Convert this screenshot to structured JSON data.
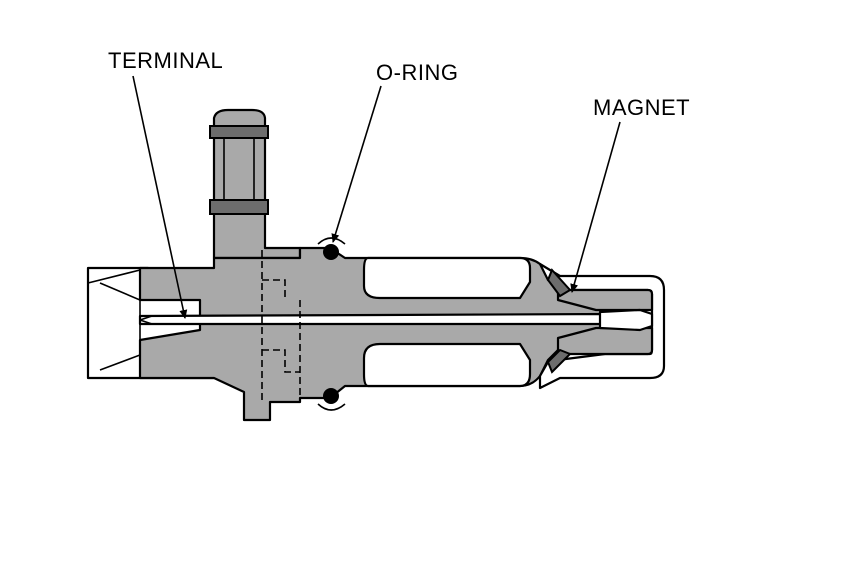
{
  "diagram": {
    "labels": {
      "terminal": "TERMINAL",
      "o_ring": "O-RING",
      "magnet": "MAGNET"
    },
    "colors": {
      "body": "#a9a9a9",
      "dark_band": "#6d6d6d",
      "outline": "#000000",
      "background": "#ffffff"
    }
  }
}
